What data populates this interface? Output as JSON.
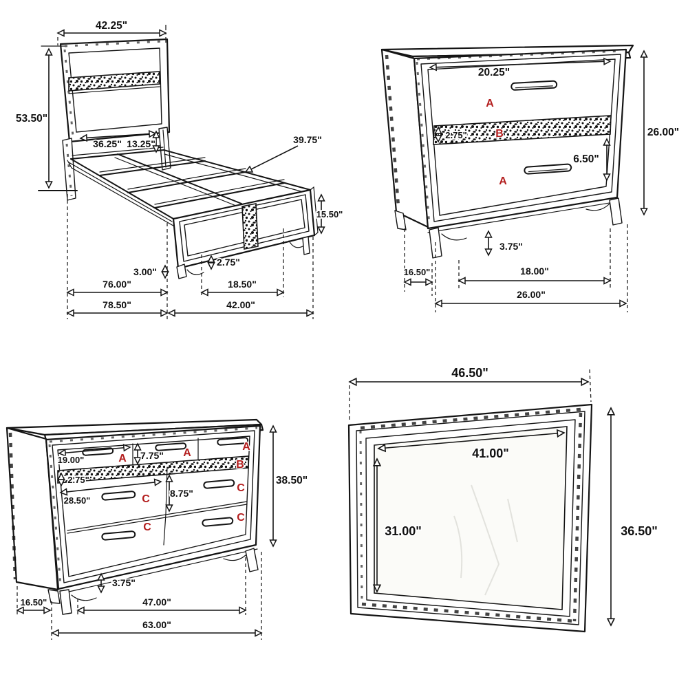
{
  "page": {
    "background": "#ffffff",
    "units": "inches"
  },
  "colors": {
    "line": "#141414",
    "accent_red": "#b31d1d",
    "paper": "#ffffff"
  },
  "bed": {
    "dims": {
      "headboard_width": "42.25\"",
      "headboard_height": "53.50\"",
      "headboard_inner_width": "36.25\"",
      "headboard_leg_height": "13.25\"",
      "slat_length": "39.75\"",
      "footboard_height": "15.50\"",
      "rail_height": "3.00\"",
      "foot_height": "2.75\"",
      "storage_side_length": "76.00\"",
      "drawer_width": "18.50\"",
      "overall_length": "78.50\"",
      "overall_width": "42.00\""
    }
  },
  "nightstand": {
    "dims": {
      "drawer_width": "20.25\"",
      "overall_height": "26.00\"",
      "band_height": "2.75\"",
      "drawer_height": "6.50\"",
      "foot_height": "3.75\"",
      "depth": "16.50\"",
      "inner_width": "18.00\"",
      "overall_width": "26.00\""
    },
    "labels": {
      "top_drawer": "A",
      "band": "B",
      "bottom_drawer": "A"
    }
  },
  "dresser": {
    "dims": {
      "top_drawer_width": "19.00\"",
      "top_drawer_height": "7.75\"",
      "band_height": "2.75\"",
      "mid_drawer_width": "28.50\"",
      "mid_drawer_height": "8.75\"",
      "overall_height": "38.50\"",
      "foot_height": "3.75\"",
      "depth": "16.50\"",
      "inner_width": "47.00\"",
      "overall_width": "63.00\""
    },
    "labels": {
      "top_left": "A",
      "top_mid": "A",
      "top_right": "A",
      "band": "B",
      "mid_left": "C",
      "mid_right": "C",
      "bottom_left": "C",
      "bottom_right": "C"
    }
  },
  "mirror": {
    "dims": {
      "overall_width": "46.50\"",
      "glass_width": "41.00\"",
      "glass_height": "31.00\"",
      "overall_height": "36.50\""
    }
  }
}
